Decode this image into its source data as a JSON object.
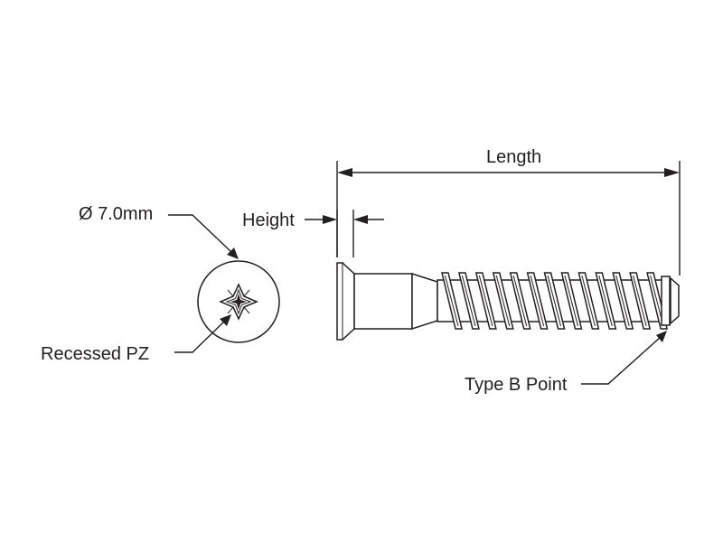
{
  "labels": {
    "diameter": "Ø 7.0mm",
    "height": "Height",
    "length": "Length",
    "recess": "Recessed PZ",
    "point": "Type B Point"
  },
  "colors": {
    "ink": "#231f20",
    "background": "#ffffff"
  },
  "screw": {
    "thread_turns": 13
  }
}
